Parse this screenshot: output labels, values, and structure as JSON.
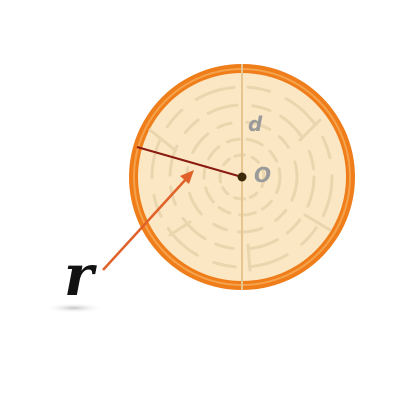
{
  "labels": {
    "radius": "r",
    "diameter": "d",
    "center": "O"
  },
  "colors": {
    "rim": "#ef7d1a",
    "rim_highlight": "#f39a3e",
    "wood": "#fbe7c3",
    "wood_grain": "#e8d6b0",
    "diameter_line": "#e8c99a",
    "radius_line": "#8b1a10",
    "center_dot": "#3d2a0a",
    "arrow": "#e0622a",
    "label_gray": "#9a9a9a",
    "label_dark": "#111111"
  }
}
